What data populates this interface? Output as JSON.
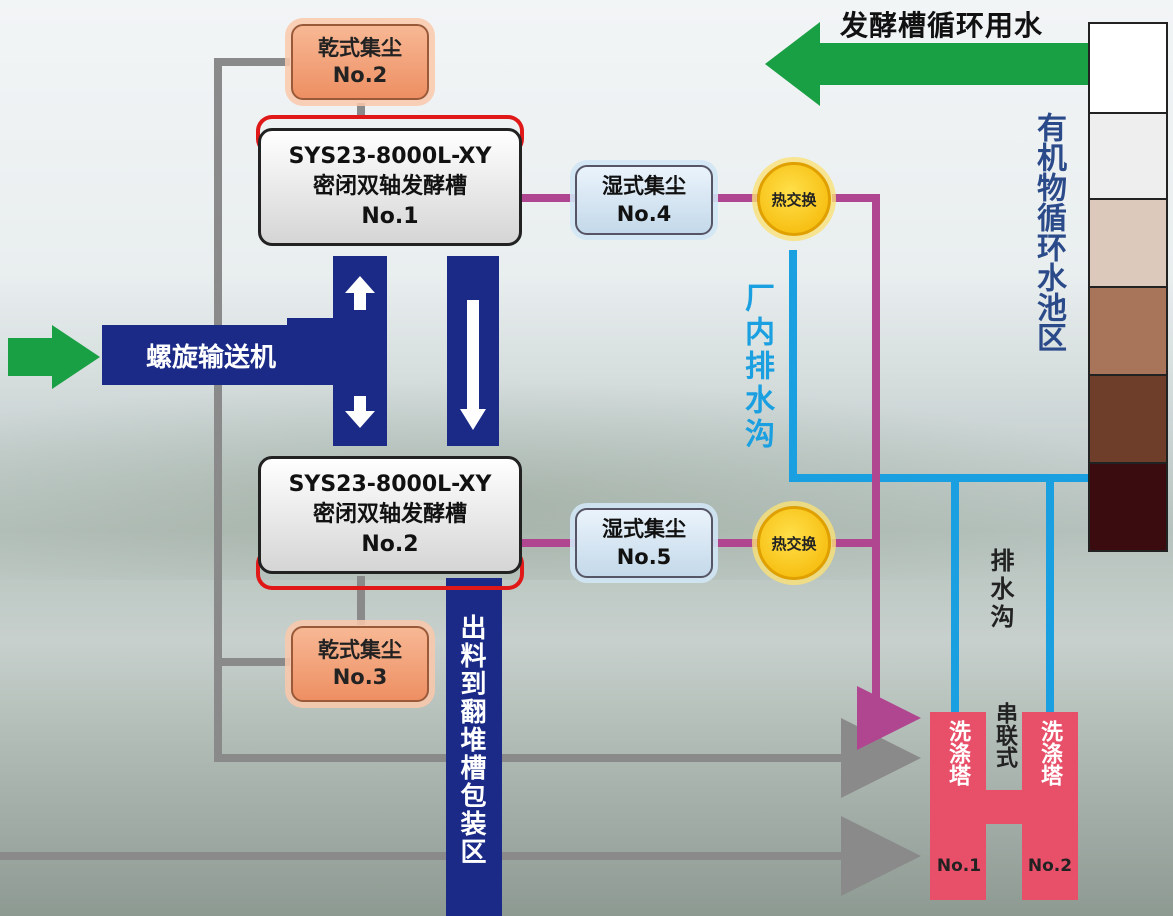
{
  "dry_collectors": [
    {
      "title": "乾式集尘",
      "no": "No.2"
    },
    {
      "title": "乾式集尘",
      "no": "No.3"
    }
  ],
  "fermenters": [
    {
      "model": "SYS23-8000L-XY",
      "name": "密闭双轴发酵槽",
      "no": "No.1"
    },
    {
      "model": "SYS23-8000L-XY",
      "name": "密闭双轴发酵槽",
      "no": "No.2"
    }
  ],
  "wet_collectors": [
    {
      "title": "湿式集尘",
      "no": "No.4"
    },
    {
      "title": "湿式集尘",
      "no": "No.5"
    }
  ],
  "heat_exchangers": [
    {
      "label": "热交换"
    },
    {
      "label": "热交换"
    }
  ],
  "screw_conveyor": "螺旋输送机",
  "recycle_water": "发酵槽循环用水",
  "pool_label": "有机物循环水池区",
  "plant_drain": "厂内排水沟",
  "drain": "排水沟",
  "discharge": "出料到翻堆槽包装区",
  "tower": {
    "series": "串联式",
    "left": "洗涤塔",
    "right": "洗涤塔",
    "no1": "No.1",
    "no2": "No.2"
  },
  "colors": {
    "navy": "#1a2a86",
    "magenta": "#b0468f",
    "blue": "#1aa0e0",
    "gray": "#8a8a8a",
    "green": "#1aa044",
    "pink": "#e8506a"
  },
  "icons": [
    "arrow-up-icon",
    "arrow-down-icon",
    "green-arrow-right-icon",
    "green-arrow-left-icon",
    "gray-arrow-right-icon"
  ]
}
